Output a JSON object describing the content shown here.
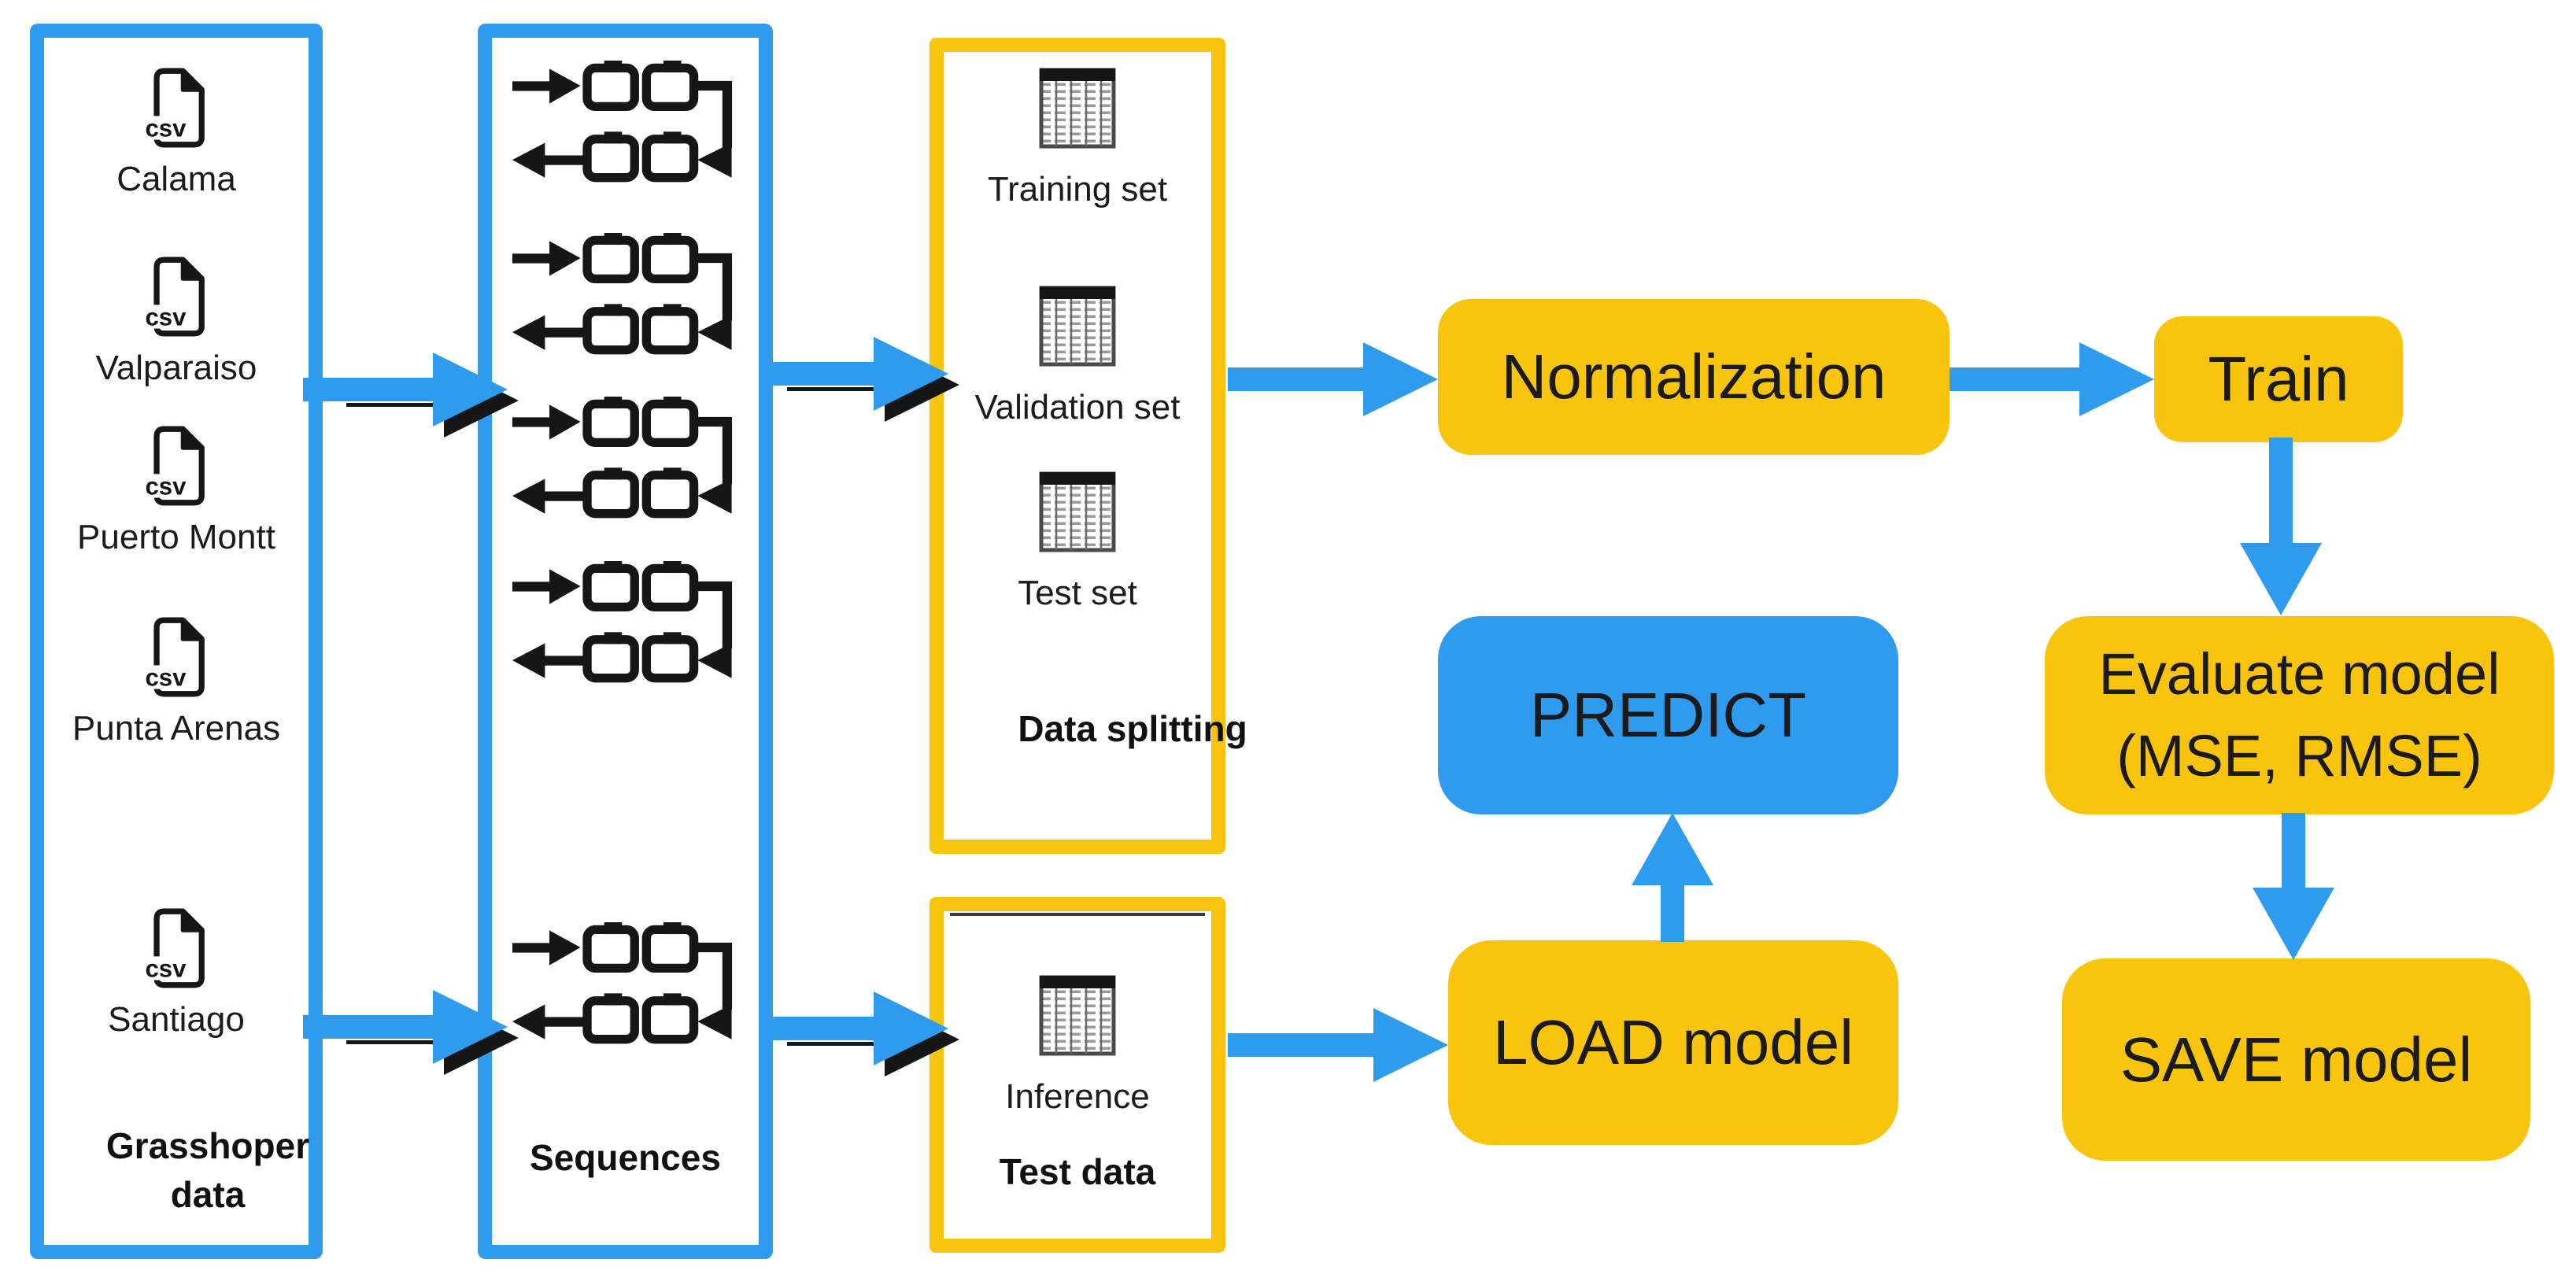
{
  "colors": {
    "blue": "#2E9BEE",
    "yellow": "#F9C40E",
    "ink": "#161616"
  },
  "panels": {
    "grasshopper": {
      "title": "Grasshoper data",
      "items": [
        "Calama",
        "Valparaiso",
        "Puerto Montt",
        "Punta Arenas",
        "Santiago"
      ]
    },
    "sequences": {
      "title": "Sequences"
    },
    "splitting": {
      "title": "Data splitting",
      "items": [
        "Training set",
        "Validation set",
        "Test set"
      ]
    },
    "testdata": {
      "title": "Test data",
      "item": "Inference"
    }
  },
  "nodes": {
    "normalization": "Normalization",
    "train": "Train",
    "predict": "PREDICT",
    "evaluate_line1": "Evaluate model",
    "evaluate_line2": "(MSE, RMSE)",
    "load": "LOAD model",
    "save": "SAVE model"
  }
}
